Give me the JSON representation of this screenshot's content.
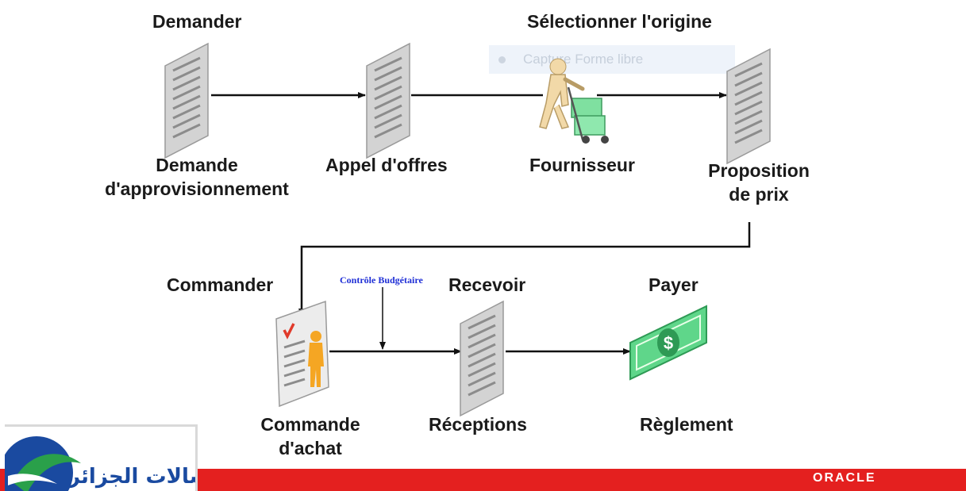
{
  "stages_top": {
    "demander": "Demander",
    "selectionner": "Sélectionner l'origine"
  },
  "nodes_top": {
    "demande_line1": "Demande",
    "demande_line2": "d'approvisionnement",
    "appel": "Appel d'offres",
    "fournisseur": "Fournisseur",
    "proposition_line1": "Proposition",
    "proposition_line2": "de prix"
  },
  "stages_bottom": {
    "commander": "Commander",
    "recevoir": "Recevoir",
    "payer": "Payer"
  },
  "nodes_bottom": {
    "commande_line1": "Commande",
    "commande_line2": "d'achat",
    "receptions": "Réceptions",
    "reglement": "Règlement"
  },
  "annotation": {
    "controle": "Contrôle Budgétaire"
  },
  "overlay": {
    "ghost_text": "Capture Forme libre"
  },
  "footer": {
    "brand": "ORACLE",
    "logo_text": "اتصالات الجزائر"
  },
  "colors": {
    "footer_red": "#e4201f",
    "doc_gray": "#cfcfcf",
    "money_green": "#3fbf6a",
    "note_blue": "#1f2fd6"
  },
  "icons": {
    "document": "document-icon",
    "supplier": "supplier-icon",
    "purchase_order": "purchase-order-icon",
    "money": "money-icon",
    "arrow": "arrow-icon"
  }
}
